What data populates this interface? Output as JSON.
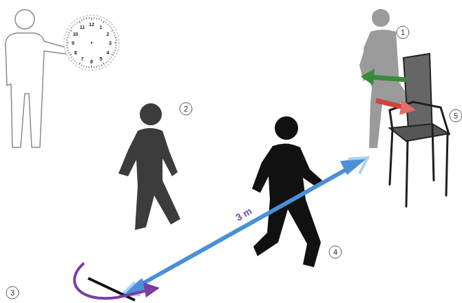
{
  "diagram": {
    "labels": [
      "12",
      "1",
      "2",
      "3",
      "4",
      "5",
      "6",
      "7",
      "8",
      "9",
      "10",
      "11",
      "1",
      "2",
      "5",
      "3 m",
      "4",
      "3"
    ]
  }
}
